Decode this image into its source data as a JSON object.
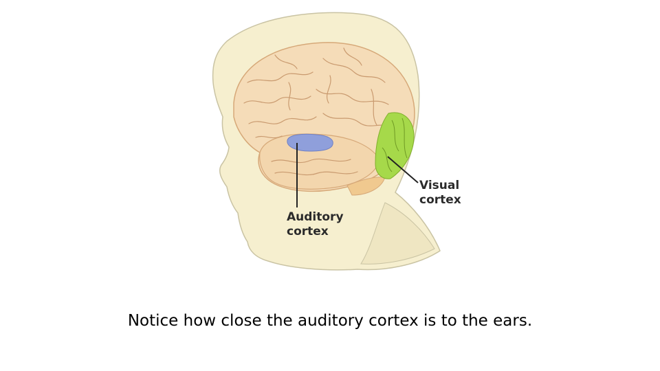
{
  "labels": {
    "auditory": [
      "Auditory",
      "cortex"
    ],
    "visual": [
      "Visual",
      "cortex"
    ]
  },
  "caption": "Notice how close the auditory cortex is to the ears.",
  "colors": {
    "skin": "#f6efcf",
    "skin_outline": "#c9c3a3",
    "brain": "#f5dcb8",
    "brain_fold": "#c99a6f",
    "auditory_region": "#8f9fdb",
    "visual_region": "#a6d94a",
    "leader_line": "#222222"
  }
}
